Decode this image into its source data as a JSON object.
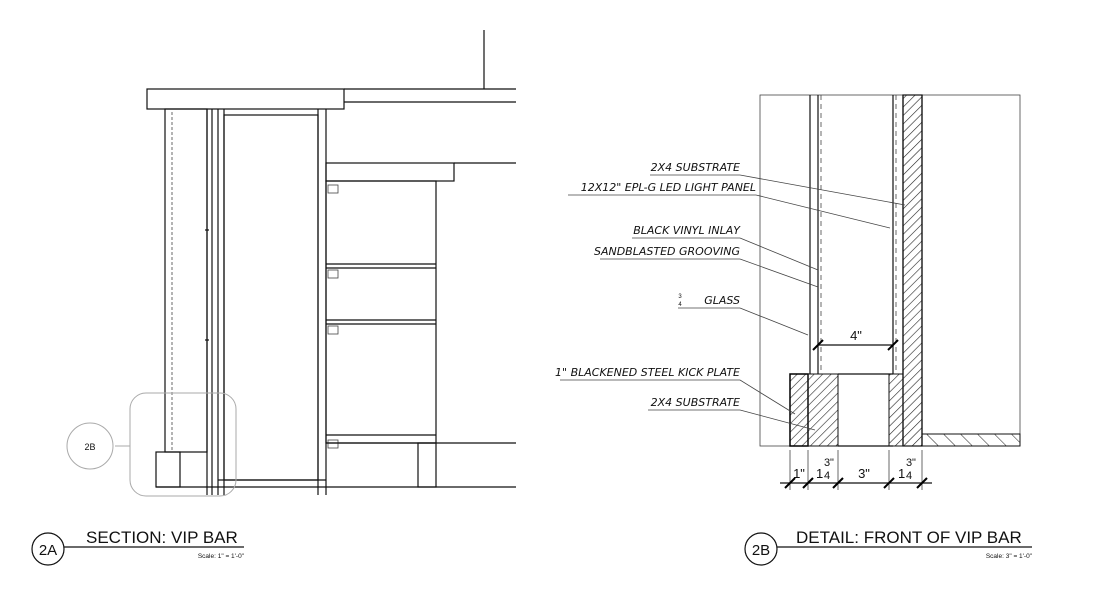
{
  "section_2a": {
    "bubble": "2A",
    "title": "SECTION: VIP BAR",
    "scale": "Scale: 1\" = 1'-0\"",
    "callout": "2B"
  },
  "detail_2b": {
    "bubble": "2B",
    "title": "DETAIL: FRONT OF VIP BAR",
    "scale": "Scale: 3\" = 1'-0\"",
    "notes": [
      "2X4 SUBSTRATE",
      "12X12\" EPL-G LED LIGHT PANEL",
      "BLACK VINYL INLAY",
      "SANDBLASTED GROOVING",
      "GLASS",
      "1\" BLACKENED STEEL KICK PLATE",
      "2X4 SUBSTRATE"
    ],
    "glass_fraction_num": "3",
    "glass_fraction_den": "4",
    "dims": {
      "gap": "4\"",
      "d1": "1\"",
      "d2_whole": "1",
      "d2_num": "3",
      "d2_unit": "\"",
      "d2_den": "4",
      "d3": "3\"",
      "d4_whole": "1",
      "d4_num": "3",
      "d4_unit": "\"",
      "d4_den": "4"
    }
  }
}
